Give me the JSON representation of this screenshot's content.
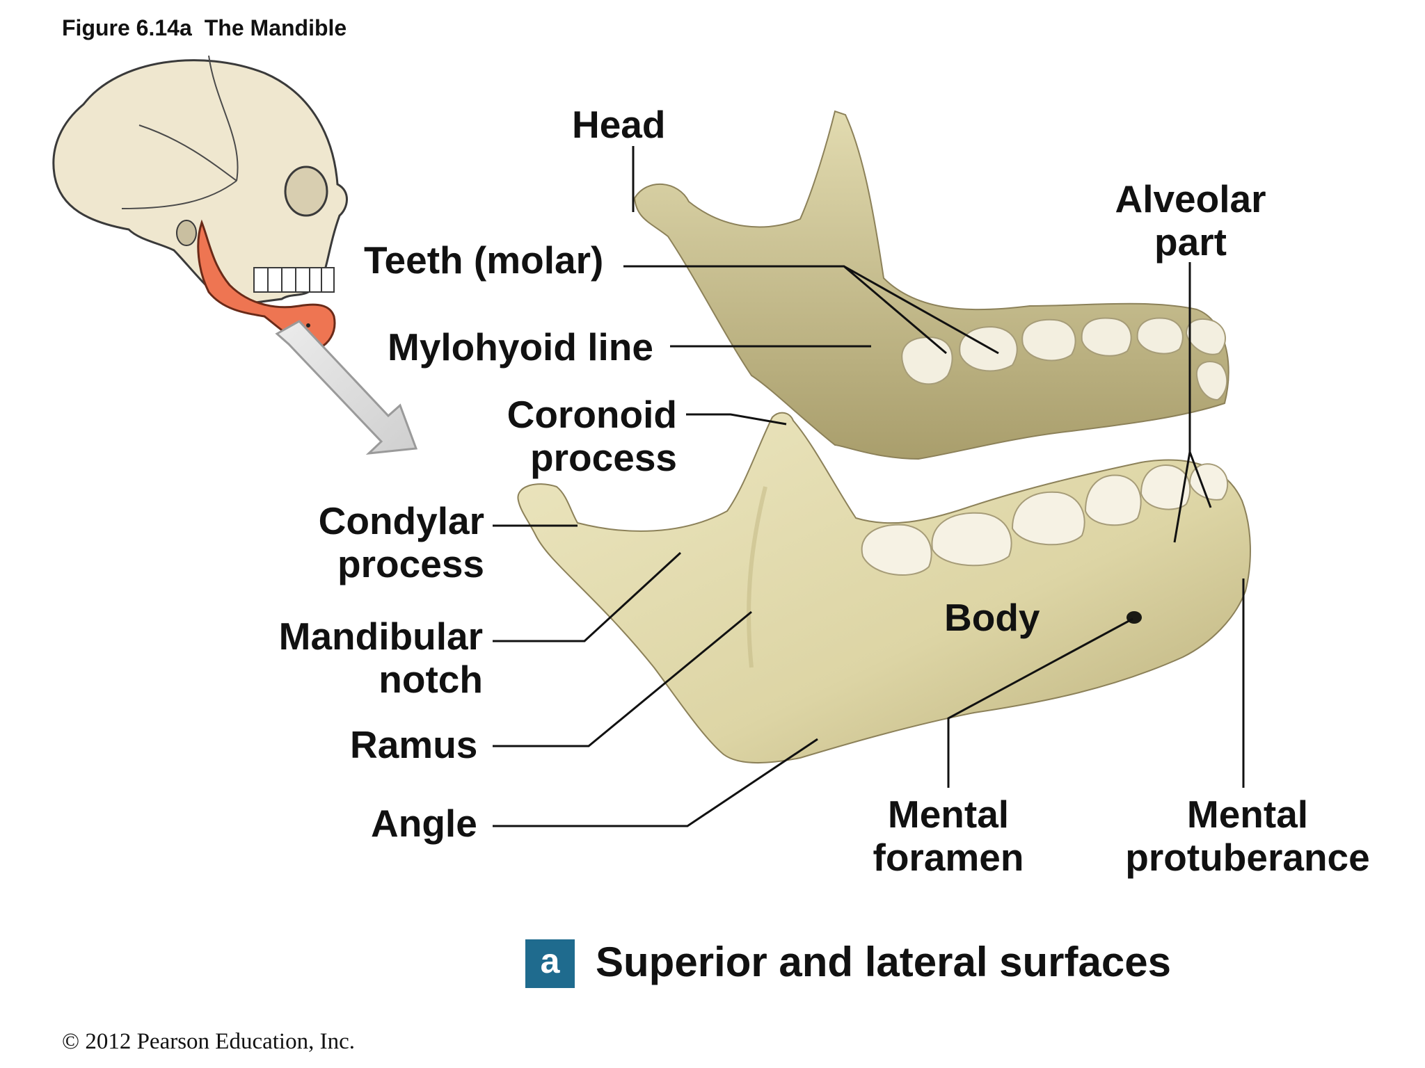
{
  "figure": {
    "number": "Figure 6.14a",
    "title": "The Mandible"
  },
  "labels": {
    "head": "Head",
    "teeth_molar": "Teeth (molar)",
    "mylohyoid_line": "Mylohyoid line",
    "coronoid_process": [
      "Coronoid",
      "process"
    ],
    "condylar_process": [
      "Condylar",
      "process"
    ],
    "mandibular_notch": [
      "Mandibular",
      "notch"
    ],
    "ramus": "Ramus",
    "angle": "Angle",
    "alveolar_part": [
      "Alveolar",
      "part"
    ],
    "body": "Body",
    "mental_foramen": [
      "Mental",
      "foramen"
    ],
    "mental_protuberance": [
      "Mental",
      "protuberance"
    ]
  },
  "panel": {
    "letter": "a",
    "title": "Superior and lateral surfaces",
    "badge_color": "#1f6b8e"
  },
  "copyright": "© 2012 Pearson Education, Inc.",
  "colors": {
    "bone": "#e3dcae",
    "bone_shadow": "#b8ae7c",
    "tooth": "#f3efe0",
    "highlight_mandible": "#ee7552",
    "skull": "#efe7cf"
  }
}
